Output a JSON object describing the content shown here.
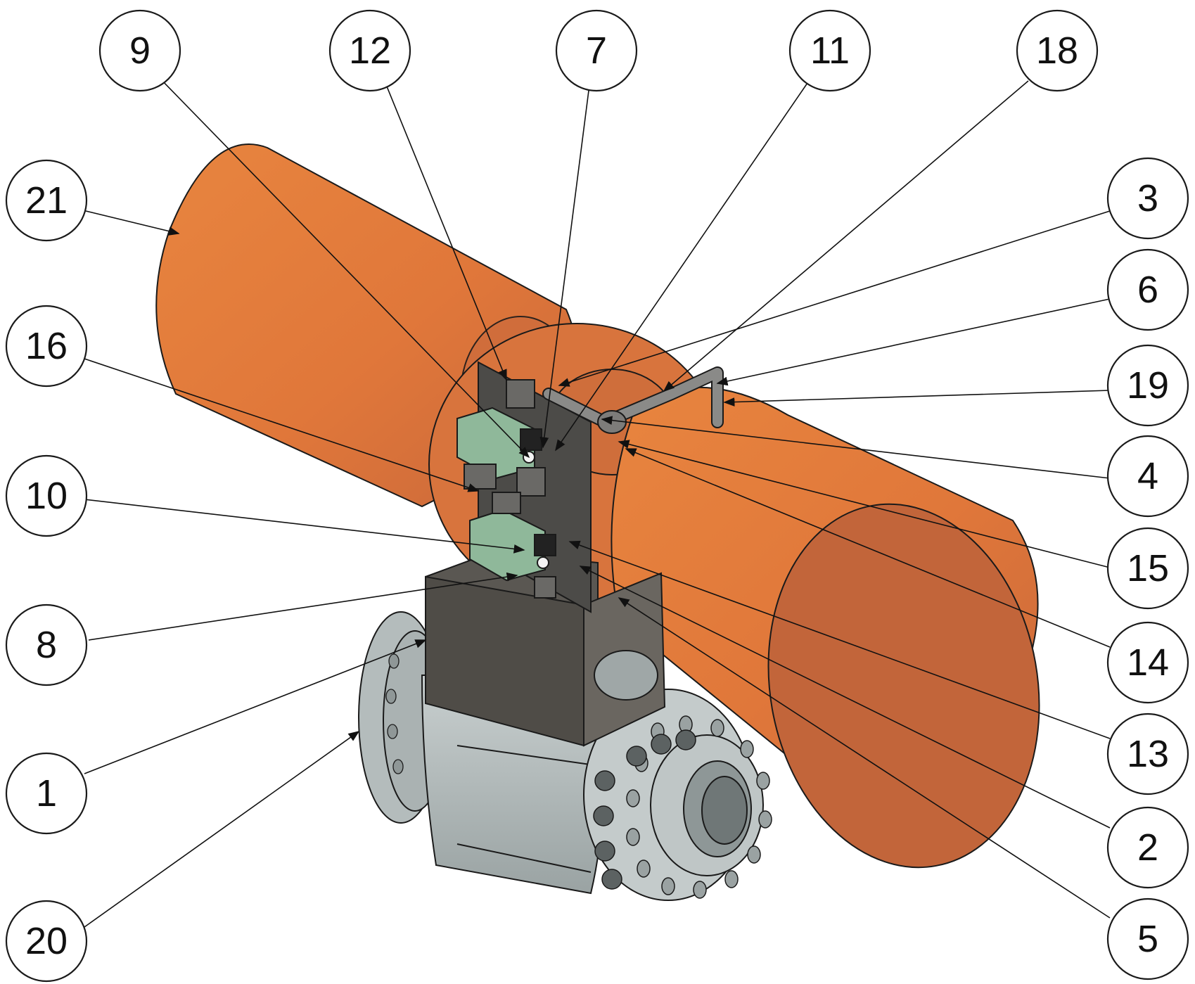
{
  "colors": {
    "actuator_orange": "#e27a3c",
    "actuator_orange_dark": "#c2653a",
    "valve_body": "#bcc4c4",
    "valve_body_dark": "#8f9898",
    "bracket": "#55524c",
    "solenoid_green": "#8fb89a",
    "panel": "#4f4e4b"
  },
  "balloons": [
    {
      "id": "b9",
      "label": "9"
    },
    {
      "id": "b12",
      "label": "12"
    },
    {
      "id": "b7",
      "label": "7"
    },
    {
      "id": "b11",
      "label": "11"
    },
    {
      "id": "b18",
      "label": "18"
    },
    {
      "id": "b21",
      "label": "21"
    },
    {
      "id": "b3",
      "label": "3"
    },
    {
      "id": "b6",
      "label": "6"
    },
    {
      "id": "b16",
      "label": "16"
    },
    {
      "id": "b19",
      "label": "19"
    },
    {
      "id": "b10",
      "label": "10"
    },
    {
      "id": "b4",
      "label": "4"
    },
    {
      "id": "b15",
      "label": "15"
    },
    {
      "id": "b8",
      "label": "8"
    },
    {
      "id": "b14",
      "label": "14"
    },
    {
      "id": "b1",
      "label": "1"
    },
    {
      "id": "b13",
      "label": "13"
    },
    {
      "id": "b2",
      "label": "2"
    },
    {
      "id": "b20",
      "label": "20"
    },
    {
      "id": "b5",
      "label": "5"
    }
  ]
}
